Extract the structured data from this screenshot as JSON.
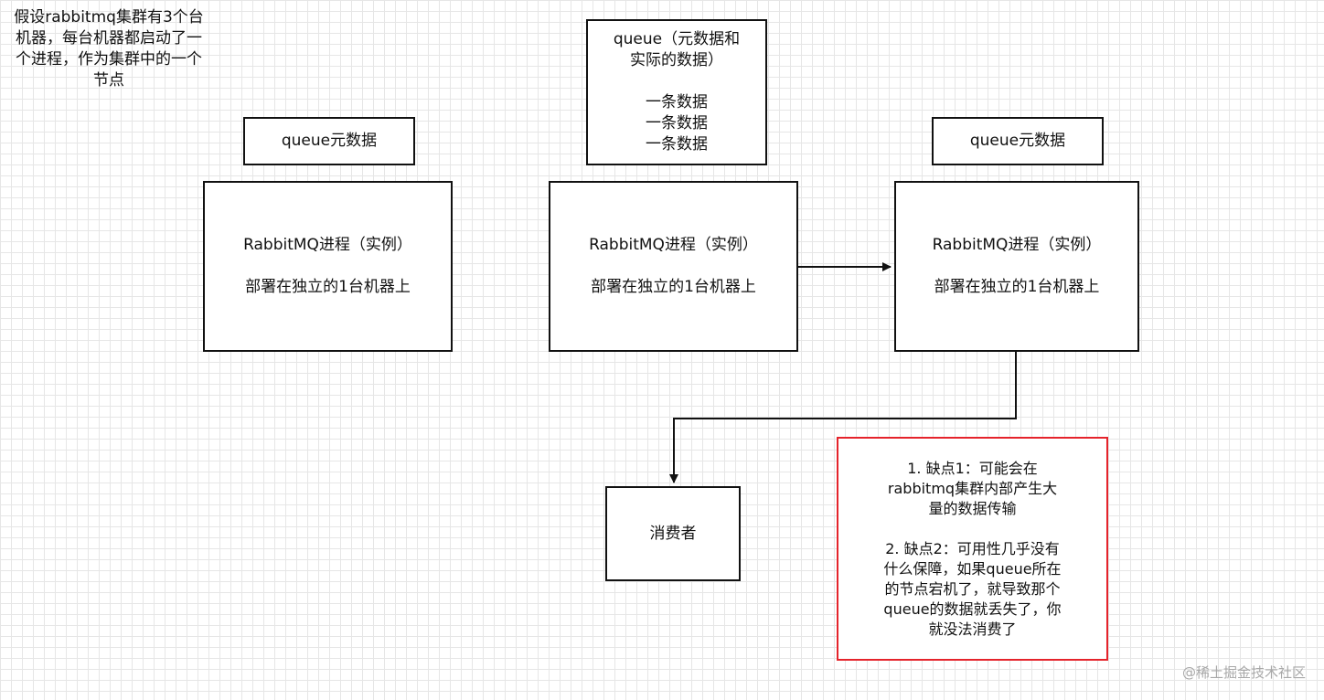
{
  "intro_note": [
    "假设rabbitmq集群有3个台",
    "机器，每台机器都启动了一",
    "个进程，作为集群中的一个",
    "节点"
  ],
  "queue_meta_label": "queue元数据",
  "queue_full": {
    "title": [
      "queue（元数据和",
      "实际的数据）"
    ],
    "rows": [
      "一条数据",
      "一条数据",
      "一条数据"
    ]
  },
  "rabbitmq_node": {
    "title": "RabbitMQ进程（实例）",
    "subtitle": "部署在独立的1台机器上"
  },
  "consumer_label": "消费者",
  "drawbacks": {
    "point1": [
      "1. 缺点1：可能会在",
      "rabbitmq集群内部产生大",
      "量的数据传输"
    ],
    "point2": [
      "2. 缺点2：可用性几乎没有",
      "什么保障，如果queue所在",
      "的节点宕机了，就导致那个",
      "queue的数据就丢失了，你",
      "就没法消费了"
    ],
    "border_color": "#e5232b"
  },
  "watermark": "@稀土掘金技术社区"
}
